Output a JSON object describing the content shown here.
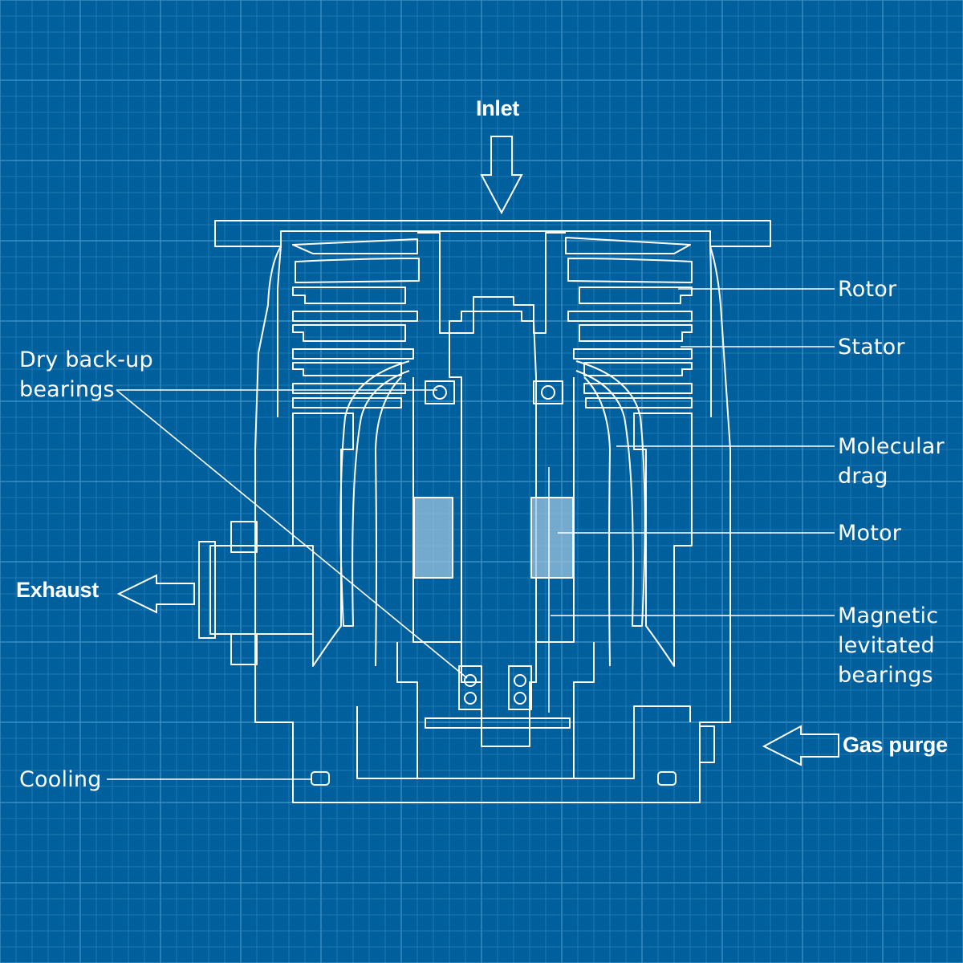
{
  "colors": {
    "background": "#00609d",
    "grid_minor": "#2a7fb5",
    "grid_major": "#3c8dc0",
    "line": "#ffffff",
    "motor_fill": "#9cc3e0"
  },
  "flows": {
    "inlet": "Inlet",
    "exhaust": "Exhaust",
    "gas_purge": "Gas purge"
  },
  "labels": {
    "rotor": "Rotor",
    "stator": "Stator",
    "molecular_drag": [
      "Molecular",
      "drag"
    ],
    "motor": "Motor",
    "magnetic_bearings": [
      "Magnetic",
      "levitated",
      "bearings"
    ],
    "dry_bearings": [
      "Dry back-up",
      "bearings"
    ],
    "cooling": "Cooling"
  }
}
